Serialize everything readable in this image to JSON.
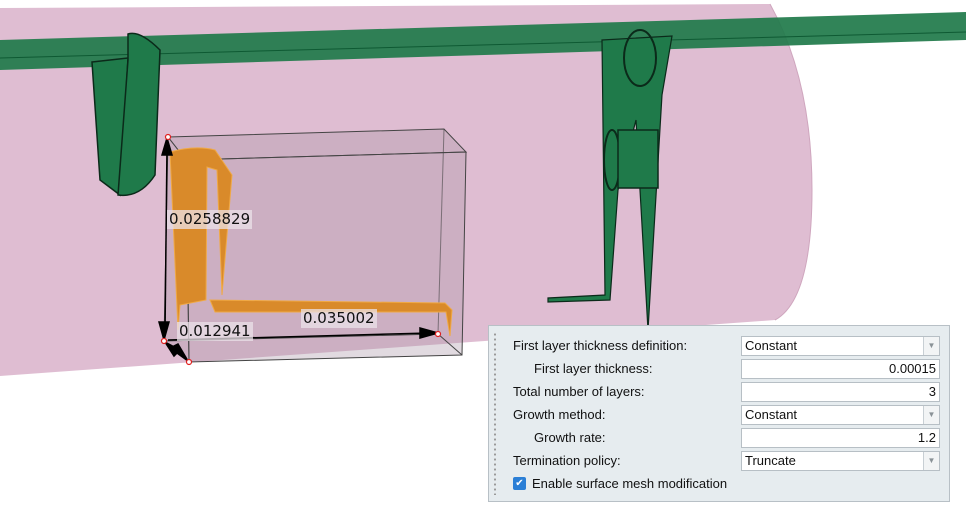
{
  "viewport": {
    "dimensions": {
      "height": "0.0258829",
      "depth": "0.012941",
      "width": "0.035002"
    },
    "colors": {
      "enclosure": "#dcb6cd",
      "pipe": "#1f7a4a",
      "selected_body": "#d98a2a"
    }
  },
  "panel": {
    "first_layer_def": {
      "label": "First layer thickness definition:",
      "value": "Constant"
    },
    "first_layer_thickness": {
      "label": "First layer thickness:",
      "value": "0.00015"
    },
    "total_layers": {
      "label": "Total number of layers:",
      "value": "3"
    },
    "growth_method": {
      "label": "Growth method:",
      "value": "Constant"
    },
    "growth_rate": {
      "label": "Growth rate:",
      "value": "1.2"
    },
    "termination_policy": {
      "label": "Termination policy:",
      "value": "Truncate"
    },
    "enable_surface_mesh": {
      "label": "Enable surface mesh modification",
      "checked": true
    }
  }
}
